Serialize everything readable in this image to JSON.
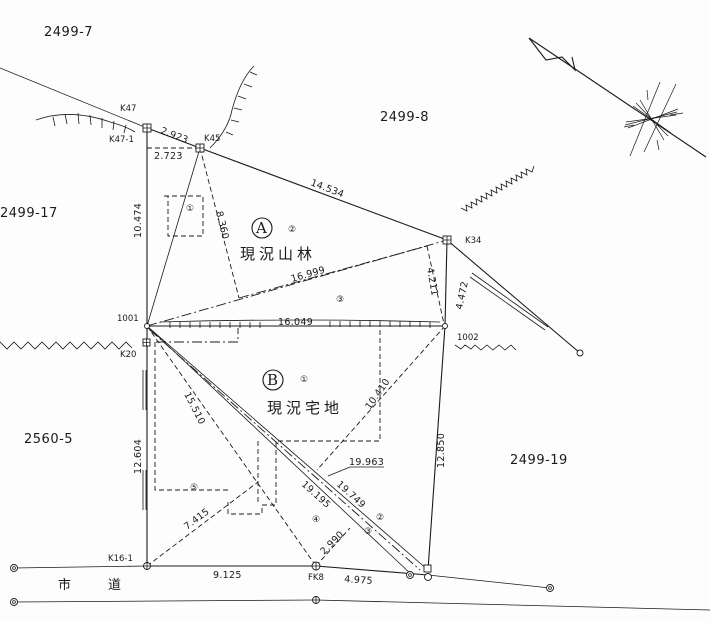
{
  "parcels": {
    "p2499_7": "2499-7",
    "p2499_8": "2499-8",
    "p2499_17": "2499-17",
    "p2560_5": "2560-5",
    "p2499_19": "2499-19"
  },
  "points": {
    "k47": "K47",
    "k47_1": "K47-1",
    "k45": "K45",
    "k34": "K34",
    "p1001": "1001",
    "p1002": "1002",
    "k20": "K20",
    "k16_1": "K16-1",
    "fk8": "FK8"
  },
  "dimensions": {
    "d2923": "2.923",
    "d2723": "2.723",
    "d14534": "14.534",
    "d10474": "10.474",
    "d8360": "8.360",
    "d16999": "16.999",
    "d4211": "4.211",
    "d4472": "4.472",
    "d16049": "16.049",
    "d15510": "15.510",
    "d10410": "10.410",
    "d12604": "12.604",
    "d12850": "12.850",
    "d19963": "19.963",
    "d19195": "19.195",
    "d19749": "19.749",
    "d7415": "7.415",
    "d2990": "2.990",
    "d9125": "9.125",
    "d4975": "4.975"
  },
  "areas": {
    "a": {
      "letter": "A",
      "sub": "②",
      "label": "現況山林"
    },
    "b": {
      "letter": "B",
      "sub": "①",
      "label": "現況宅地"
    }
  },
  "section_marks": {
    "m1_upper": "①",
    "m3_upper": "③",
    "m5_lower": "⑤",
    "m4": "④",
    "m3_lower": "③",
    "m2_lower": "②"
  },
  "road": {
    "label": "市　道"
  }
}
